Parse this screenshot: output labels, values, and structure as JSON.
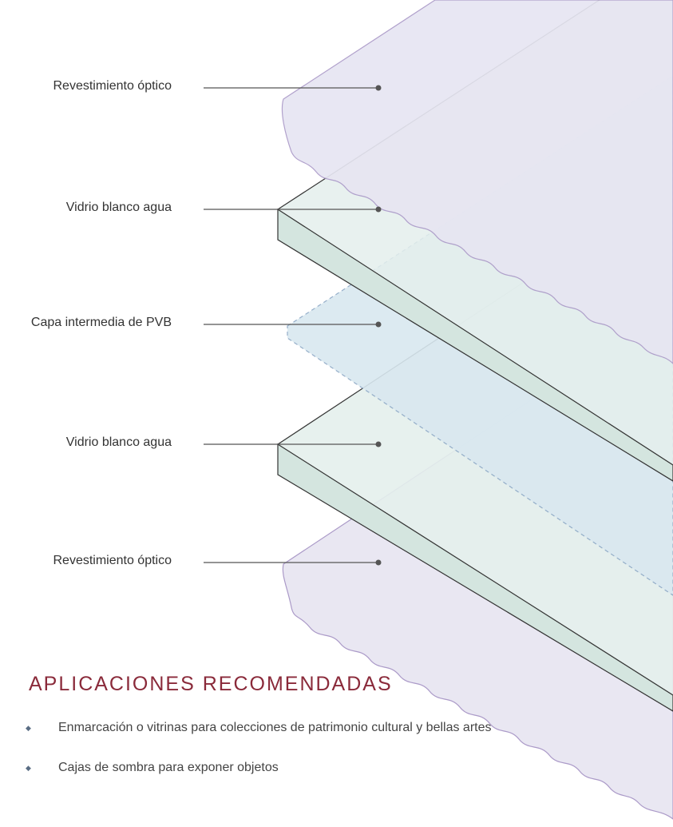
{
  "layers": [
    {
      "label": "Revestimiento óptico"
    },
    {
      "label": "Vidrio blanco agua"
    },
    {
      "label": "Capa intermedia de PVB"
    },
    {
      "label": "Vidrio blanco agua"
    },
    {
      "label": "Revestimiento óptico"
    }
  ],
  "section": {
    "title": "APLICACIONES RECOMENDADAS",
    "items": [
      "Enmarcación o vitrinas para colecciones de patrimonio cultural y bellas artes",
      "Cajas de sombra para exponer objetos"
    ]
  },
  "colors": {
    "coating_fill": "#e9e7f2",
    "coating_stroke": "#ab9ac8",
    "glass_fill": "#e4efec",
    "glass_edge": "#d4e5df",
    "pvb_fill": "#d9e8f0",
    "pvb_stroke": "#8aa6c4",
    "heading": "#8a2a3a",
    "bullet": "#5a6d84"
  }
}
